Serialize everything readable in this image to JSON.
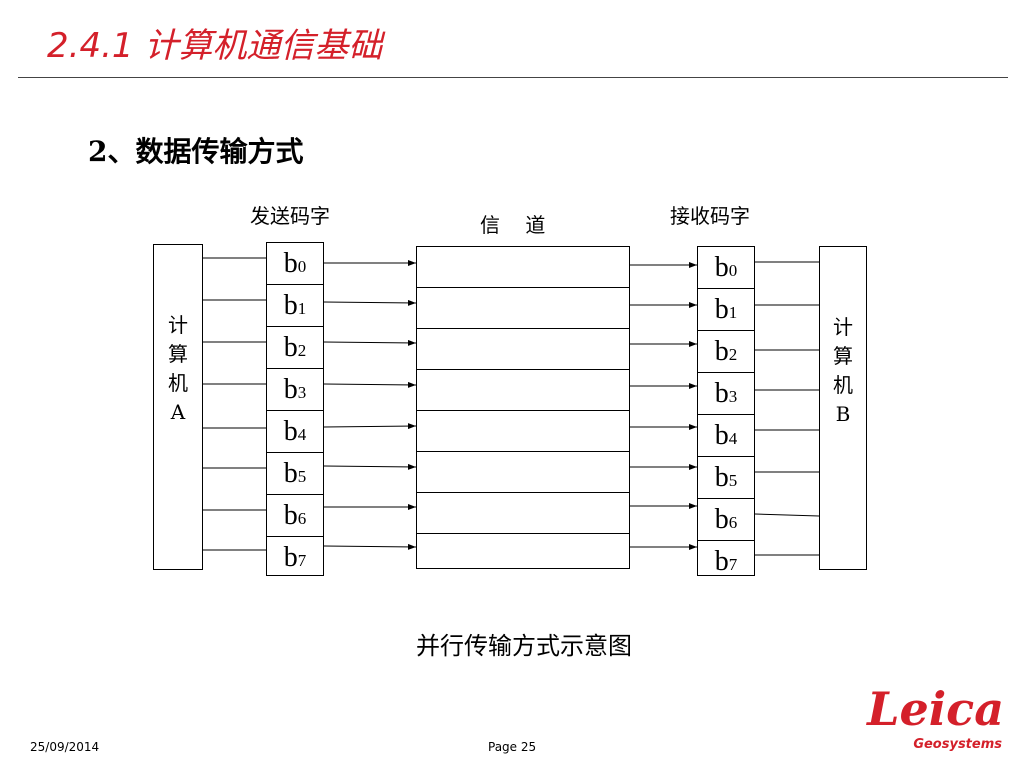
{
  "slide": {
    "title": "2.4.1  计算机通信基础",
    "section": "2、数据传输方式",
    "caption": "并行传输方式示意图"
  },
  "diagram": {
    "send_label": "发送码字",
    "channel_label": "信    道",
    "receive_label": "接收码字",
    "computer_a": [
      "计",
      "算",
      "机",
      "A"
    ],
    "computer_b": [
      "计",
      "算",
      "机",
      "B"
    ],
    "bits": [
      {
        "base": "b",
        "sub": "0"
      },
      {
        "base": "b",
        "sub": "1"
      },
      {
        "base": "b",
        "sub": "2"
      },
      {
        "base": "b",
        "sub": "3"
      },
      {
        "base": "b",
        "sub": "4"
      },
      {
        "base": "b",
        "sub": "5"
      },
      {
        "base": "b",
        "sub": "6"
      },
      {
        "base": "b",
        "sub": "7"
      }
    ]
  },
  "footer": {
    "date": "25/09/2014",
    "page": "Page 25"
  },
  "logo": {
    "name": "Leica",
    "tagline": "Geosystems",
    "color": "#d4202a"
  }
}
